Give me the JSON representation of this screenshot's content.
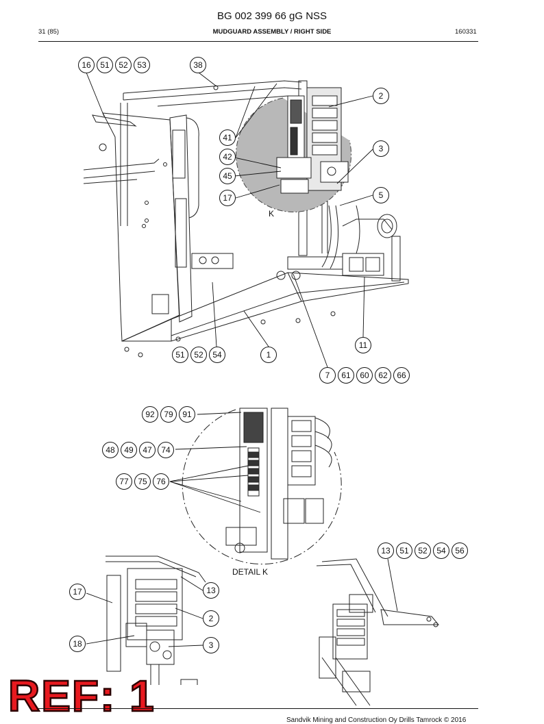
{
  "header": {
    "doc_title": "BG 002 399 66 gG NSS",
    "page": "31 (85)",
    "section_title": "MUDGUARD ASSEMBLY / RIGHT SIDE",
    "date_code": "160331"
  },
  "callouts": {
    "c16a": "16",
    "c51a": "51",
    "c52a": "52",
    "c53": "53",
    "c38": "38",
    "c2a": "2",
    "c41": "41",
    "c42": "42",
    "c45": "45",
    "c3a": "3",
    "c17a": "17",
    "c5": "5",
    "c11": "11",
    "c51b": "51",
    "c52b": "52",
    "c54a": "54",
    "c1": "1",
    "c7": "7",
    "c61": "61",
    "c60": "60",
    "c62": "62",
    "c66": "66",
    "c92": "92",
    "c79": "79",
    "c91": "91",
    "c48": "48",
    "c49": "49",
    "c47": "47",
    "c74": "74",
    "c77": "77",
    "c75": "75",
    "c76": "76",
    "c13a": "13",
    "c51c": "51",
    "c52c": "52",
    "c54b": "54",
    "c56": "56",
    "c17b": "17",
    "c13b": "13",
    "c2b": "2",
    "c18": "18",
    "c3b": "3"
  },
  "labels": {
    "detail_marker": "K",
    "detail_caption": "DETAIL K"
  },
  "stamp": "REF: 1",
  "footer": {
    "copyright": "Sandvik Mining and Construction Oy Drills Tamrock © 2016"
  }
}
